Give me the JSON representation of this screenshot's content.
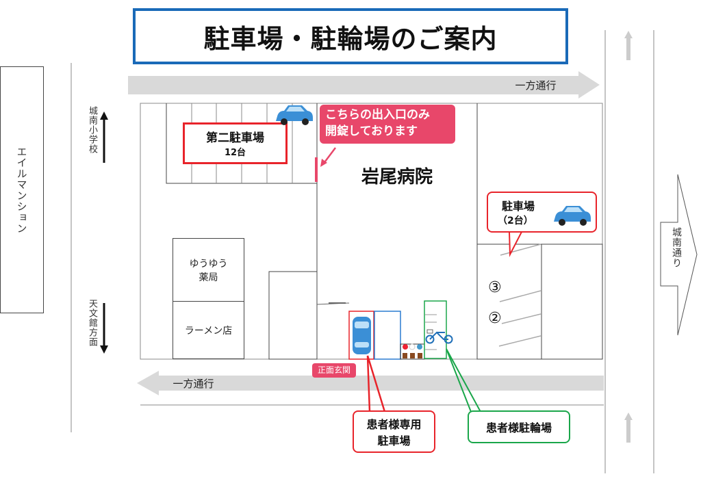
{
  "title": "駐車場・駐輪場のご案内",
  "buildings": {
    "mansion": "エイルマンション",
    "pharmacy": "ゆうゆう\n薬局",
    "pharmacy_line1": "ゆうゆう",
    "pharmacy_line2": "薬局",
    "ramen": "ラーメン店",
    "hospital": "岩尾病院"
  },
  "roads": {
    "top_oneway": "一方通行",
    "bottom_oneway": "一方通行",
    "jonan_street": "城南通り",
    "to_school": "城南小学校",
    "to_tenmonkan": "天文館方面"
  },
  "parking": {
    "second_lot_name": "第二駐車場",
    "second_lot_count": "12台",
    "notice_line1": "こちらの出入口のみ",
    "notice_line2": "開錠しております",
    "right_lot_name": "駐車場",
    "right_lot_count": "（2台）",
    "space_3": "③",
    "space_2": "②",
    "main_entrance": "正面玄関",
    "patient_parking_line1": "患者様専用",
    "patient_parking_line2": "駐車場",
    "patient_bicycle": "患者様駐輪場"
  },
  "colors": {
    "title_border": "#1a6ab8",
    "notice": "#e8476a",
    "patient_parking": "#e8232a",
    "bicycle": "#1aa64a",
    "road_arrow": "#d9d9d9"
  }
}
